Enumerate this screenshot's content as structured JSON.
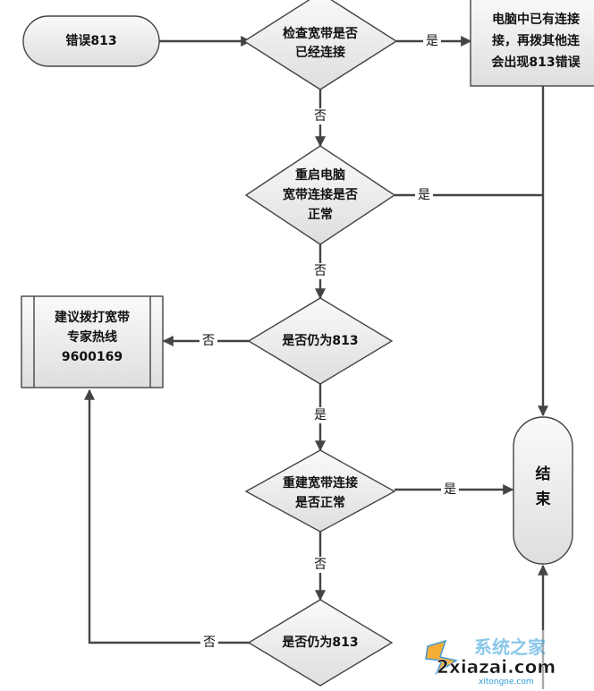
{
  "nodes": {
    "start": [
      "错误813"
    ],
    "check_connected": [
      "检查宽带是否",
      "已经连接"
    ],
    "existing_conn": [
      "电脑中已有连接",
      "接，再拨其他连",
      "会出现813错误"
    ],
    "restart": [
      "重启电脑",
      "宽带连接是否",
      "正常"
    ],
    "still_813_1": [
      "是否仍为813"
    ],
    "hotline": [
      "建议拨打宽带",
      "专家热线",
      "9600169"
    ],
    "rebuild": [
      "重建宽带连接",
      "是否正常"
    ],
    "still_813_2": [
      "是否仍为813"
    ],
    "end": [
      "结",
      "束"
    ]
  },
  "edge_labels": {
    "check_yes": "是",
    "check_no": "否",
    "restart_yes": "是",
    "restart_no": "否",
    "still1_no": "否",
    "still1_yes": "是",
    "rebuild_yes": "是",
    "rebuild_no": "否",
    "still2_no": "否"
  },
  "watermark": {
    "domain": "2xiazai.com",
    "sub": "xitongne.com",
    "brand": "系统之家"
  }
}
